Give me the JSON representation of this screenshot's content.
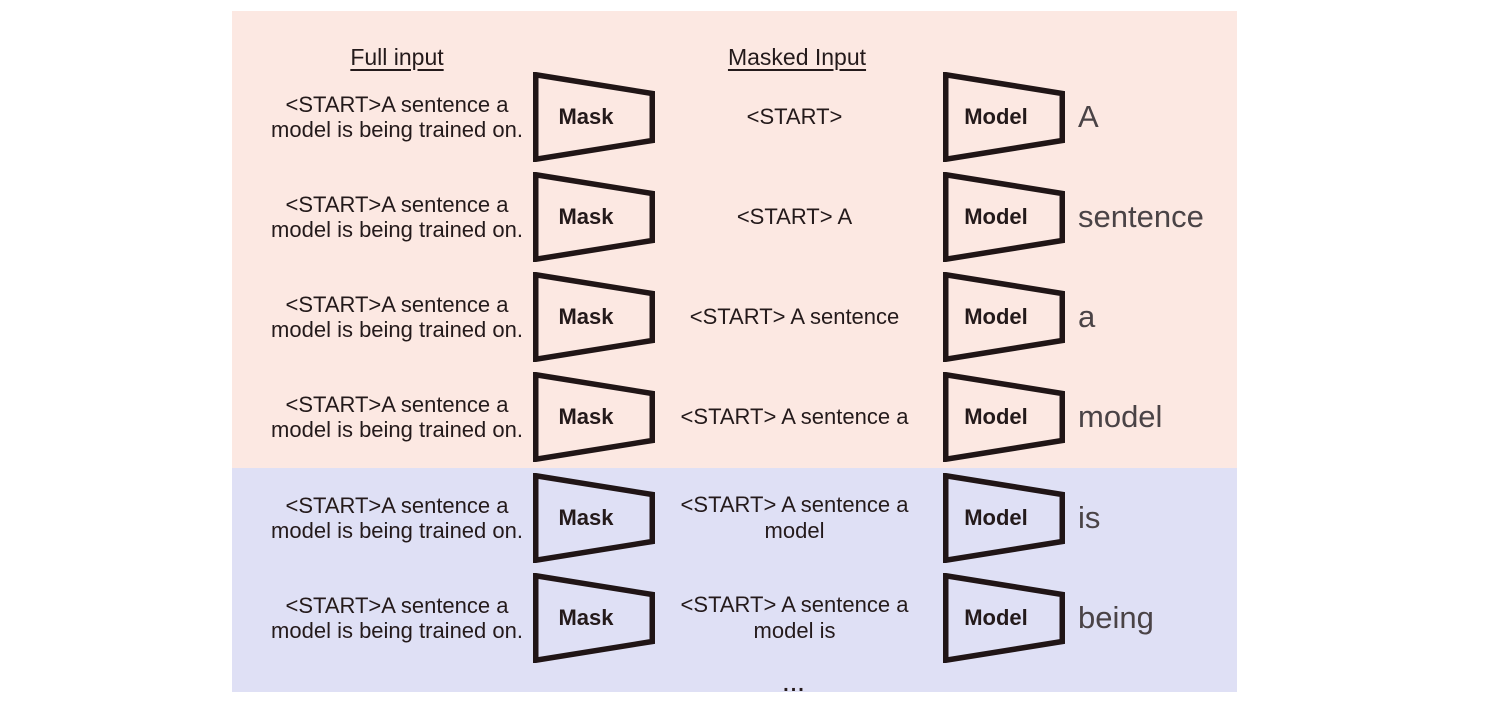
{
  "headers": {
    "full_input": "Full input",
    "masked_input": "Masked Input"
  },
  "labels": {
    "mask": "Mask",
    "model": "Model"
  },
  "rows": [
    {
      "full_input": "<START>A sentence a\nmodel is being trained on.",
      "masked_input": "<START>",
      "output": "A"
    },
    {
      "full_input": "<START>A sentence a\nmodel is being trained on.",
      "masked_input": "<START> A",
      "output": "sentence"
    },
    {
      "full_input": "<START>A sentence a\nmodel is being trained on.",
      "masked_input": "<START> A sentence",
      "output": "a"
    },
    {
      "full_input": "<START>A sentence a\nmodel is being trained on.",
      "masked_input": "<START> A sentence a",
      "output": "model"
    },
    {
      "full_input": "<START>A sentence a\nmodel is being trained on.",
      "masked_input": "<START> A sentence a\nmodel",
      "output": "is"
    },
    {
      "full_input": "<START>A sentence a\nmodel is being trained on.",
      "masked_input": "<START> A sentence a\nmodel is",
      "output": "being"
    }
  ],
  "footer": {
    "ellipsis": "..."
  },
  "colors": {
    "pink_bg": "#fce8e2",
    "blue_bg": "#dfe0f5",
    "text": "#241a1b",
    "output_text": "#4a4346",
    "stroke": "#201516"
  }
}
